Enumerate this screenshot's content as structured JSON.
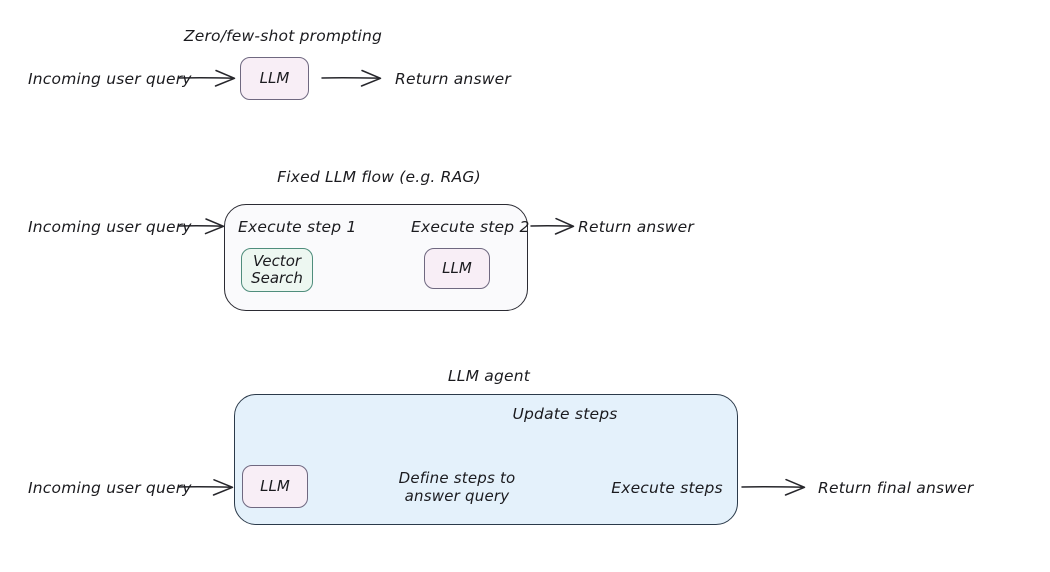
{
  "diagram": {
    "title_font_style": "handwritten",
    "background": "#ffffff",
    "sections": [
      {
        "id": "zero-few-shot",
        "heading": "Zero/few-shot prompting",
        "input_label": "Incoming user query",
        "output_label": "Return answer",
        "nodes": [
          {
            "id": "llm-1",
            "label": "LLM",
            "fill": "#f8eef6",
            "stroke": "#6f6880"
          }
        ]
      },
      {
        "id": "fixed-llm-flow",
        "heading": "Fixed LLM flow (e.g. RAG)",
        "input_label": "Incoming user query",
        "output_label": "Return answer",
        "container_fill": "#fafafc",
        "container_stroke": "#2b2b33",
        "steps": [
          {
            "id": "step-1",
            "label": "Execute step 1"
          },
          {
            "id": "step-2",
            "label": "Execute step 2"
          }
        ],
        "nodes": [
          {
            "id": "vector-search",
            "label": "Vector\nSearch",
            "line1": "Vector",
            "line2": "Search",
            "fill": "#edf7f1",
            "stroke": "#4f8d7c"
          },
          {
            "id": "llm-2",
            "label": "LLM",
            "fill": "#f8eef6",
            "stroke": "#6f6880"
          }
        ]
      },
      {
        "id": "llm-agent",
        "heading": "LLM agent",
        "input_label": "Incoming user query",
        "output_label": "Return final answer",
        "loop_label": "Update steps",
        "container_fill": "#e4f1fb",
        "container_stroke": "#2b3a4a",
        "steps": [
          {
            "id": "define-steps",
            "line1": "Define steps to",
            "line2": "answer query"
          },
          {
            "id": "execute-steps",
            "label": "Execute steps"
          }
        ],
        "nodes": [
          {
            "id": "llm-3",
            "label": "LLM",
            "fill": "#f8eef6",
            "stroke": "#6f6880"
          }
        ]
      }
    ]
  }
}
